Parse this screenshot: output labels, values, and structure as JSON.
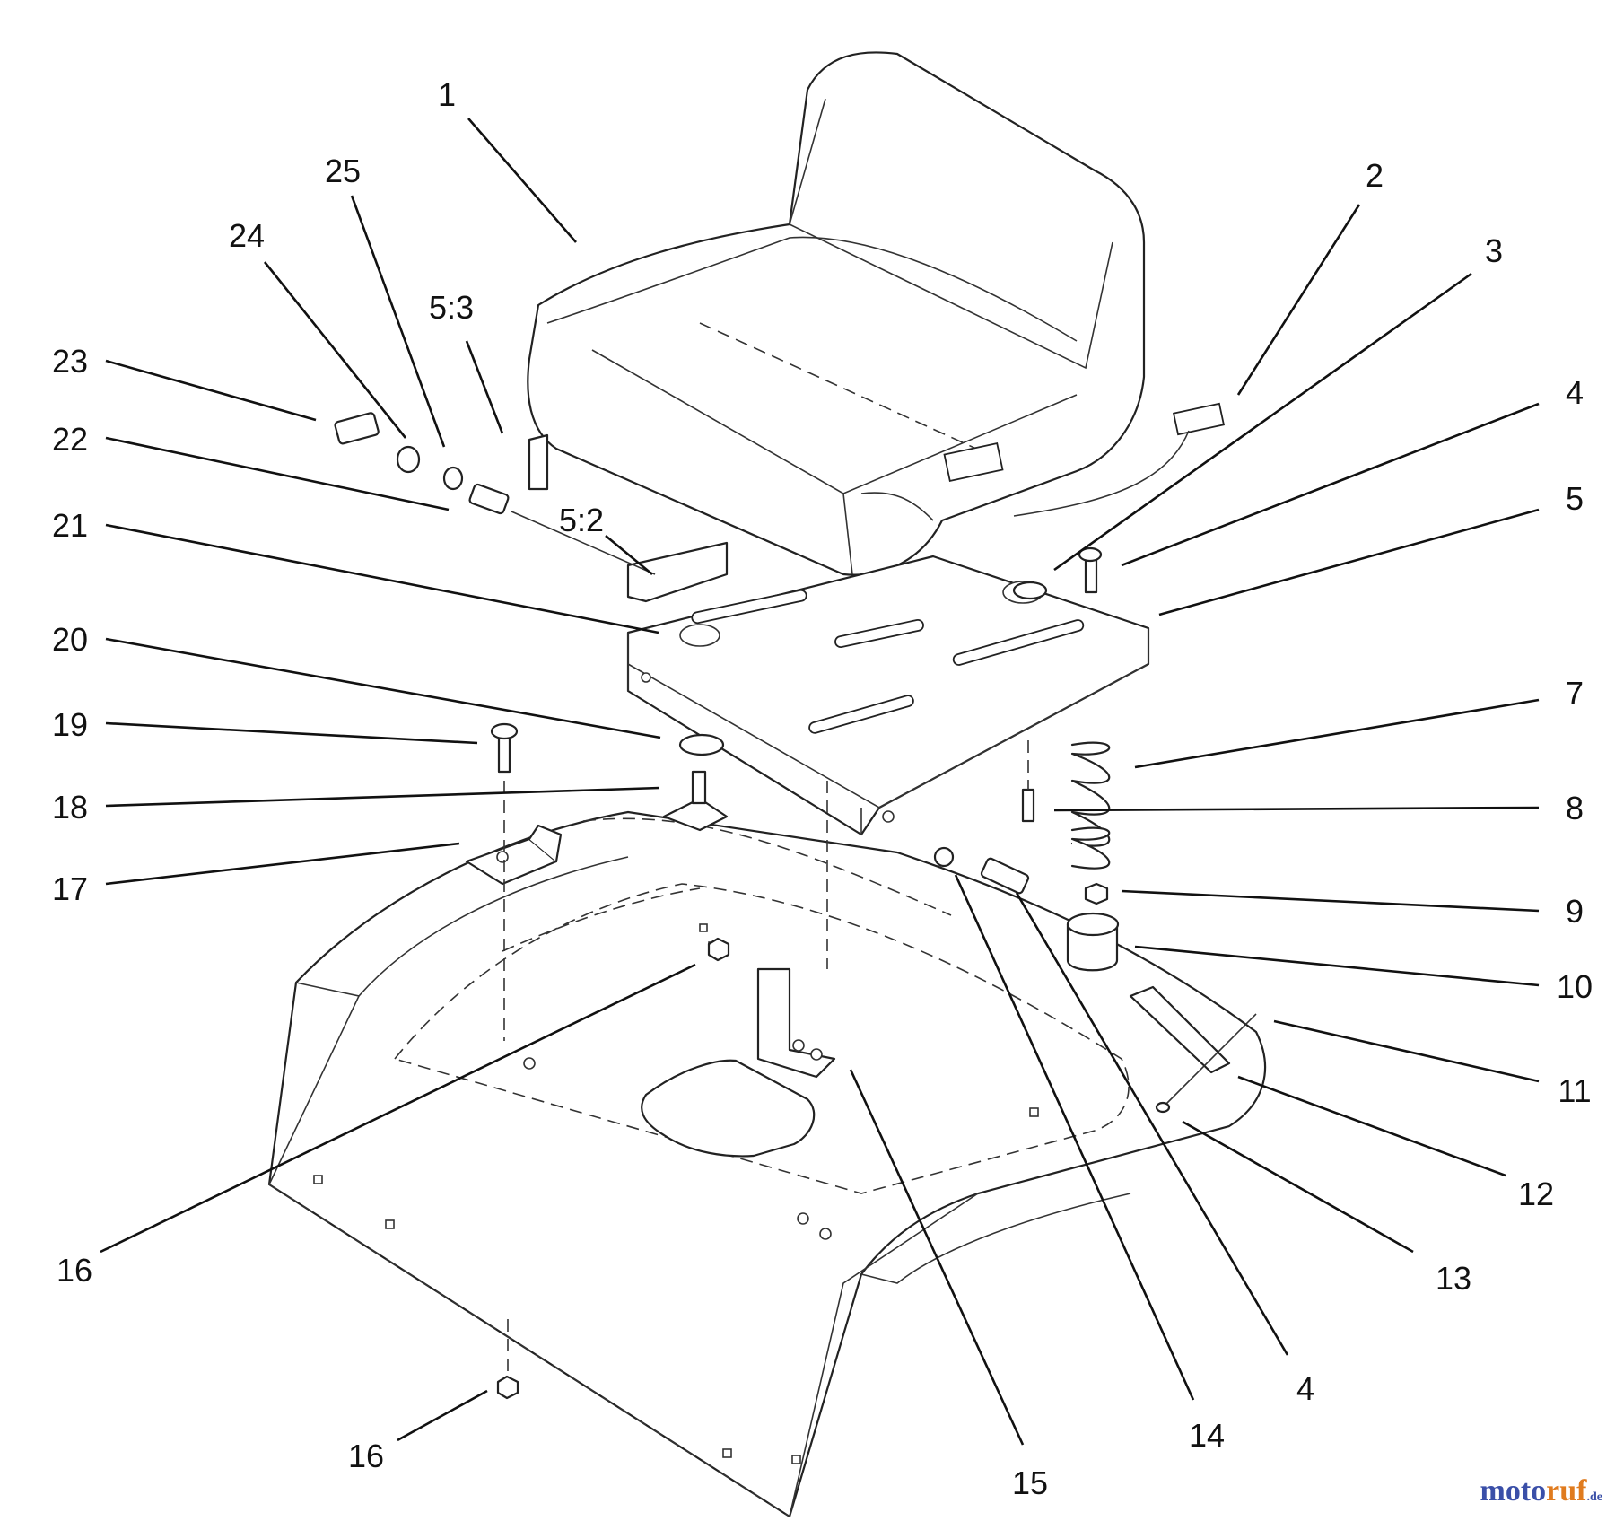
{
  "diagram": {
    "callouts": [
      {
        "id": "p1",
        "label": "1"
      },
      {
        "id": "p2",
        "label": "2"
      },
      {
        "id": "p3",
        "label": "3"
      },
      {
        "id": "p4a",
        "label": "4"
      },
      {
        "id": "p5",
        "label": "5"
      },
      {
        "id": "p7",
        "label": "7"
      },
      {
        "id": "p8",
        "label": "8"
      },
      {
        "id": "p9",
        "label": "9"
      },
      {
        "id": "p10",
        "label": "10"
      },
      {
        "id": "p11",
        "label": "11"
      },
      {
        "id": "p12",
        "label": "12"
      },
      {
        "id": "p13",
        "label": "13"
      },
      {
        "id": "p4b",
        "label": "4"
      },
      {
        "id": "p14",
        "label": "14"
      },
      {
        "id": "p15",
        "label": "15"
      },
      {
        "id": "p16a",
        "label": "16"
      },
      {
        "id": "p16b",
        "label": "16"
      },
      {
        "id": "p17",
        "label": "17"
      },
      {
        "id": "p18",
        "label": "18"
      },
      {
        "id": "p19",
        "label": "19"
      },
      {
        "id": "p20",
        "label": "20"
      },
      {
        "id": "p21",
        "label": "21"
      },
      {
        "id": "p22",
        "label": "22"
      },
      {
        "id": "p23",
        "label": "23"
      },
      {
        "id": "p24",
        "label": "24"
      },
      {
        "id": "p25",
        "label": "25"
      },
      {
        "id": "p53",
        "label": "5:3"
      },
      {
        "id": "p52",
        "label": "5:2"
      }
    ]
  },
  "watermark": {
    "part1": "moto",
    "part2": "ruf",
    "part3": ".de"
  }
}
